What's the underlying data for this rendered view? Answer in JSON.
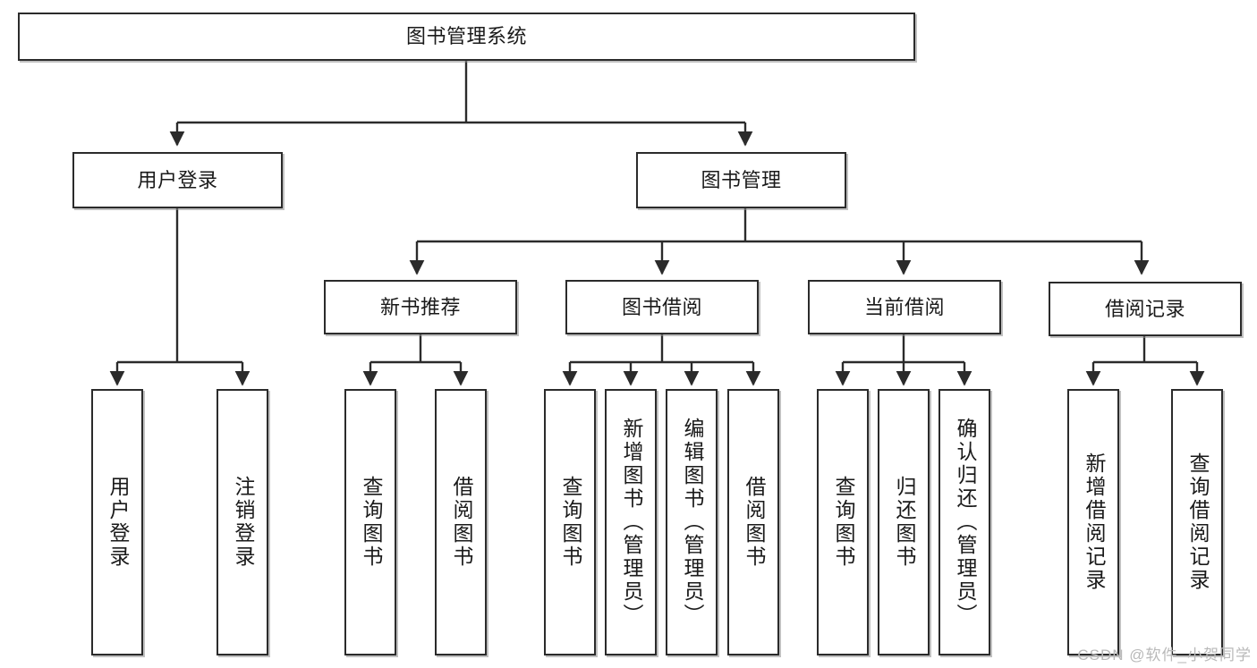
{
  "diagram": {
    "type": "tree-hierarchy",
    "title": "图书管理系统",
    "watermark": "CSDN @软件_小贺同学",
    "colors": {
      "box_border": "#2b2b2b",
      "box_fill": "#ffffff",
      "connector": "#2b2b2b",
      "watermark": "#b9b9b9",
      "background": "#ffffff"
    },
    "levels": [
      {
        "level": 1,
        "nodes": [
          {
            "id": "root",
            "label": "图书管理系统",
            "orientation": "horizontal"
          }
        ]
      },
      {
        "level": 2,
        "nodes": [
          {
            "id": "login",
            "label": "用户登录",
            "orientation": "horizontal",
            "parent": "root"
          },
          {
            "id": "bookmgmt",
            "label": "图书管理",
            "orientation": "horizontal",
            "parent": "root"
          }
        ]
      },
      {
        "level": 3,
        "nodes": [
          {
            "id": "newbook",
            "label": "新书推荐",
            "orientation": "horizontal",
            "parent": "bookmgmt"
          },
          {
            "id": "borrow",
            "label": "图书借阅",
            "orientation": "horizontal",
            "parent": "bookmgmt"
          },
          {
            "id": "current",
            "label": "当前借阅",
            "orientation": "horizontal",
            "parent": "bookmgmt"
          },
          {
            "id": "records",
            "label": "借阅记录",
            "orientation": "horizontal",
            "parent": "bookmgmt"
          }
        ]
      },
      {
        "level": 4,
        "nodes": [
          {
            "id": "leaf1",
            "label": "用户登录",
            "orientation": "vertical",
            "parent": "login"
          },
          {
            "id": "leaf2",
            "label": "注销登录",
            "orientation": "vertical",
            "parent": "login"
          },
          {
            "id": "leaf3",
            "label": "查询图书",
            "orientation": "vertical",
            "parent": "newbook"
          },
          {
            "id": "leaf4",
            "label": "借阅图书",
            "orientation": "vertical",
            "parent": "newbook"
          },
          {
            "id": "leaf5",
            "label": "查询图书",
            "orientation": "vertical",
            "parent": "borrow"
          },
          {
            "id": "leaf6",
            "label": "新增图书（管理员）",
            "orientation": "vertical",
            "parent": "borrow"
          },
          {
            "id": "leaf7",
            "label": "编辑图书（管理员）",
            "orientation": "vertical",
            "parent": "borrow"
          },
          {
            "id": "leaf8",
            "label": "借阅图书",
            "orientation": "vertical",
            "parent": "borrow"
          },
          {
            "id": "leaf9",
            "label": "查询图书",
            "orientation": "vertical",
            "parent": "current"
          },
          {
            "id": "leaf10",
            "label": "归还图书",
            "orientation": "vertical",
            "parent": "current"
          },
          {
            "id": "leaf11",
            "label": "确认归还（管理员）",
            "orientation": "vertical",
            "parent": "current"
          },
          {
            "id": "leaf12",
            "label": "新增借阅记录",
            "orientation": "vertical",
            "parent": "records"
          },
          {
            "id": "leaf13",
            "label": "查询借阅记录",
            "orientation": "vertical",
            "parent": "records"
          }
        ]
      }
    ]
  }
}
